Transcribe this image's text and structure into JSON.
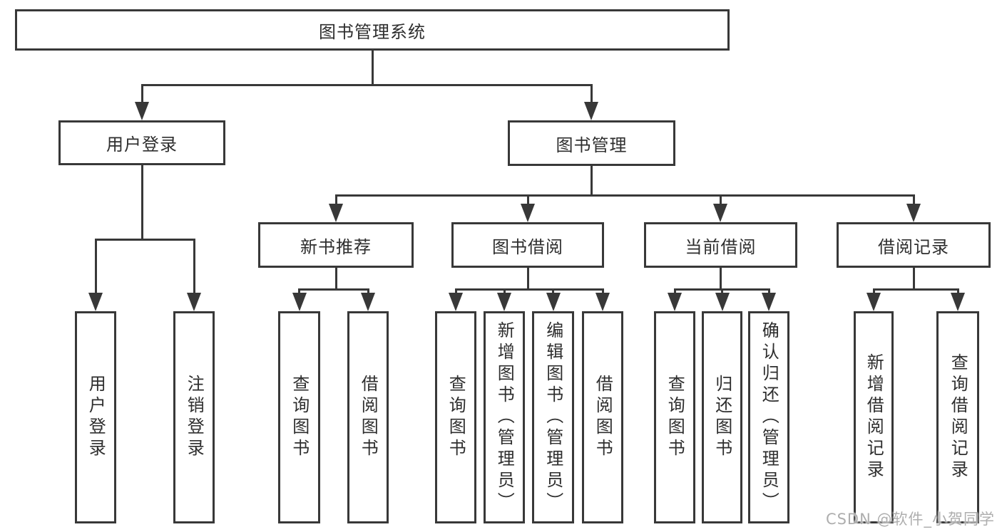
{
  "diagram": {
    "root": {
      "label": "图书管理系统"
    },
    "branches": [
      {
        "label": "用户登录",
        "children": [
          {
            "label": "用户登录"
          },
          {
            "label": "注销登录"
          }
        ]
      },
      {
        "label": "图书管理",
        "children": [
          {
            "label": "新书推荐",
            "children": [
              {
                "label": "查询图书"
              },
              {
                "label": "借阅图书"
              }
            ]
          },
          {
            "label": "图书借阅",
            "children": [
              {
                "label": "查询图书"
              },
              {
                "label": "新增图书（管理员）"
              },
              {
                "label": "编辑图书（管理员）"
              },
              {
                "label": "借阅图书"
              }
            ]
          },
          {
            "label": "当前借阅",
            "children": [
              {
                "label": "查询图书"
              },
              {
                "label": "归还图书"
              },
              {
                "label": "确认归还（管理员）"
              }
            ]
          },
          {
            "label": "借阅记录",
            "children": [
              {
                "label": "新增借阅记录"
              },
              {
                "label": "查询借阅记录"
              }
            ]
          }
        ]
      }
    ]
  },
  "watermark": {
    "text": "CSDN @软件_小贺同学"
  },
  "colors": {
    "line": "#383838",
    "text": "#2e2e2e",
    "watermark": "#aeaeae",
    "background": "#ffffff"
  }
}
